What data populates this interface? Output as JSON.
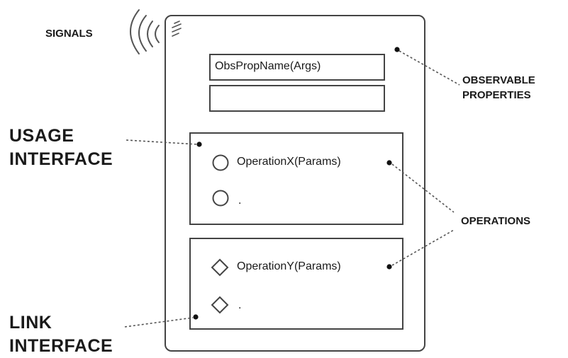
{
  "labels": {
    "signals": "SIGNALS",
    "usage_interface_line1": "USAGE",
    "usage_interface_line2": "INTERFACE",
    "link_interface_line1": "LINK",
    "link_interface_line2": "INTERFACE",
    "observable_properties_line1": "OBSERVABLE",
    "observable_properties_line2": "PROPERTIES",
    "operations": "OPERATIONS"
  },
  "artifact": {
    "signal_icon": "zigzag-icon",
    "observable_properties": [
      {
        "text": "ObsPropName(Args)"
      },
      {
        "text": ""
      }
    ],
    "usage_operations": [
      {
        "symbol": "circle-icon",
        "label": "OperationX(Params)"
      },
      {
        "symbol": "circle-icon",
        "label": "."
      }
    ],
    "link_operations": [
      {
        "symbol": "diamond-icon",
        "label": "OperationY(Params)"
      },
      {
        "symbol": "diamond-icon",
        "label": "."
      }
    ]
  },
  "colors": {
    "stroke": "#444444",
    "text": "#1a1a1a",
    "background": "#ffffff"
  }
}
